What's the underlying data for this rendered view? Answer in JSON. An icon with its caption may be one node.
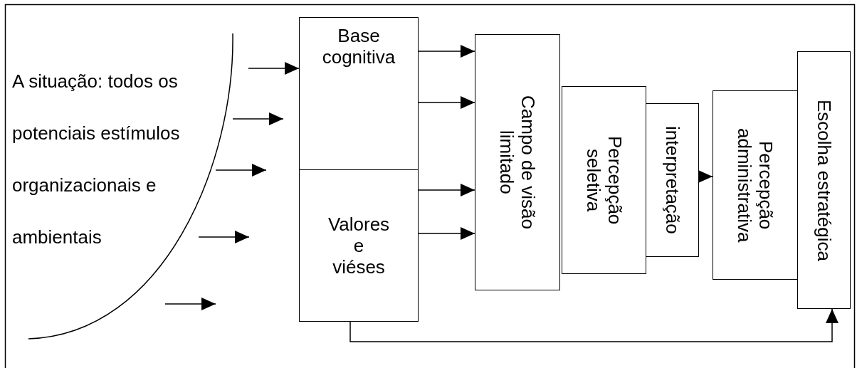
{
  "diagram": {
    "nodes": [
      {
        "text": [
          "Base cognitiva"
        ]
      },
      {
        "text": [
          "Valores e viéses"
        ]
      },
      {
        "text": [
          "Campo de visão limitado"
        ]
      },
      {
        "text": [
          "Percepção seletiva"
        ]
      },
      {
        "text": [
          "interpretação"
        ]
      },
      {
        "text": [
          "Percepção administrativa"
        ]
      },
      {
        "text": [
          "Escolha estratégica"
        ]
      }
    ],
    "edges": [
      {
        "from": null,
        "to": 0,
        "arrow": "to"
      },
      {
        "from": 0,
        "to": 2,
        "arrow": "to"
      },
      {
        "from": 0,
        "to": 2,
        "arrow": "to"
      },
      {
        "from": 1,
        "to": 2,
        "arrow": "to"
      },
      {
        "from": 1,
        "to": 2,
        "arrow": "to"
      },
      {
        "from": 4,
        "to": 5,
        "arrow": "to"
      },
      {
        "from": 1,
        "to": 6,
        "arrow": "to"
      }
    ],
    "labels": [
      "A situação: todos os potenciais estímulos organizacionais e ambientais"
    ]
  }
}
